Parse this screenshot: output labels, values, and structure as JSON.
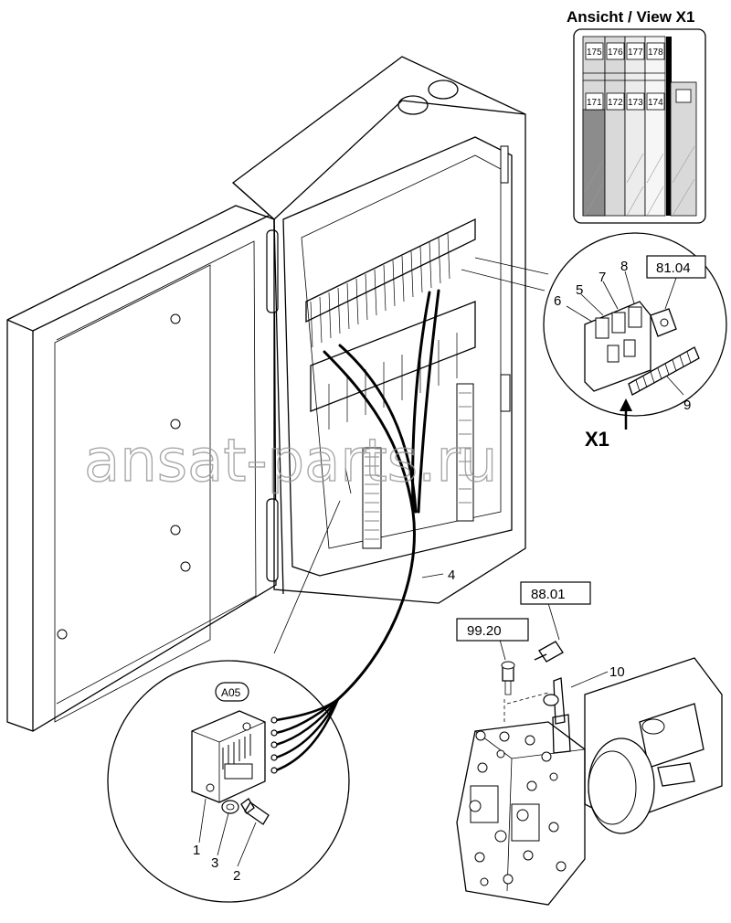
{
  "header": {
    "title": "Ansicht / View X1"
  },
  "detail_view": {
    "terminals_top": [
      "175",
      "176",
      "177",
      "178"
    ],
    "terminals_bottom": [
      "171",
      "172",
      "173",
      "174"
    ]
  },
  "refs": {
    "electrical": "81.04",
    "sensor": "88.01",
    "screw": "99.20",
    "module": "A05"
  },
  "callouts": {
    "c1": "1",
    "c2": "2",
    "c3": "3",
    "c4": "4",
    "c5": "5",
    "c6": "6",
    "c7": "7",
    "c8": "8",
    "c9": "9",
    "c10": "10"
  },
  "view_marker": "X1",
  "watermark": "ansat-parts.ru",
  "colors": {
    "line": "#000000",
    "shade_light": "#d9d9d9",
    "shade_dark": "#8c8c8c",
    "watermark": "#9a9a9a"
  }
}
